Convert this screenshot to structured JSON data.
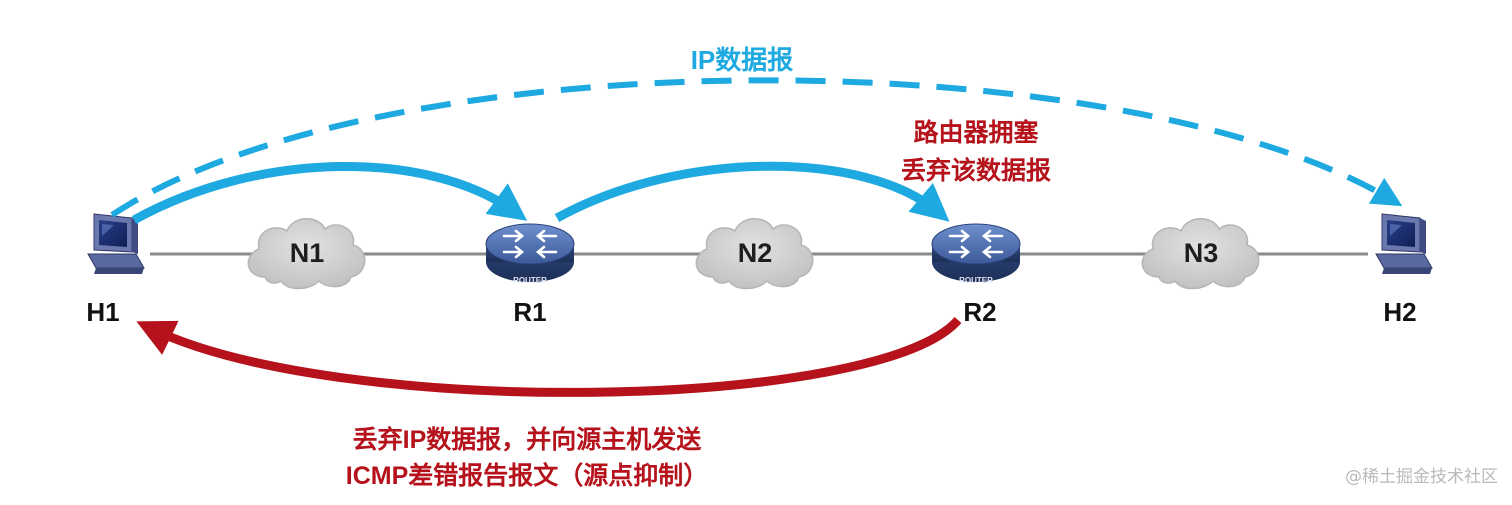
{
  "colors": {
    "blue": "#1fa9e1",
    "red": "#b5121b",
    "link": "#8a8a8a",
    "cloud": "#cfcfcf",
    "router": "#3f5e9c"
  },
  "hosts": [
    {
      "id": "H1",
      "label": "H1",
      "icon": "computer-icon"
    },
    {
      "id": "H2",
      "label": "H2",
      "icon": "computer-icon"
    }
  ],
  "routers": [
    {
      "id": "R1",
      "label": "R1",
      "badge": "ROUTER",
      "icon": "router-icon"
    },
    {
      "id": "R2",
      "label": "R2",
      "badge": "ROUTER",
      "icon": "router-icon"
    }
  ],
  "networks": [
    {
      "id": "N1",
      "label": "N1",
      "icon": "cloud-icon"
    },
    {
      "id": "N2",
      "label": "N2",
      "icon": "cloud-icon"
    },
    {
      "id": "N3",
      "label": "N3",
      "icon": "cloud-icon"
    }
  ],
  "annotations": {
    "ip_datagram": "IP数据报",
    "congestion_line1": "路由器拥塞",
    "congestion_line2": "丢弃该数据报",
    "icmp_line1": "丢弃IP数据报，并向源主机发送",
    "icmp_line2": "ICMP差错报告报文（源点抑制）"
  },
  "watermark": "@稀土掘金技术社区"
}
